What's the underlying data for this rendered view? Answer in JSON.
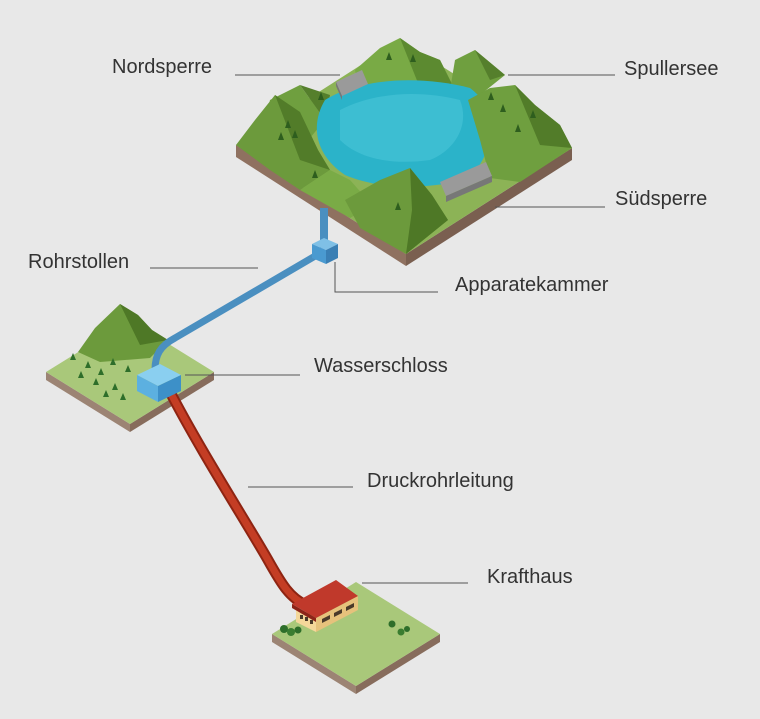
{
  "labels": {
    "nordsperre": "Nordsperre",
    "spullersee": "Spullersee",
    "suedsperre": "Südsperre",
    "rohrstollen": "Rohrstollen",
    "apparatekammer": "Apparatekammer",
    "wasserschloss": "Wasserschloss",
    "druckrohrleitung": "Druckrohrleitung",
    "krafthaus": "Krafthaus"
  },
  "colors": {
    "background": "#e8e8e8",
    "lake": "#2bb3c9",
    "mountain": "#6c9a3c",
    "grass": "#a9c87a",
    "tunnel": "#4a8fc0",
    "penstock": "#b4351f",
    "roof": "#c0392b",
    "building": "#f4d79a",
    "dam": "#9a9a9a",
    "leader": "#555555"
  }
}
